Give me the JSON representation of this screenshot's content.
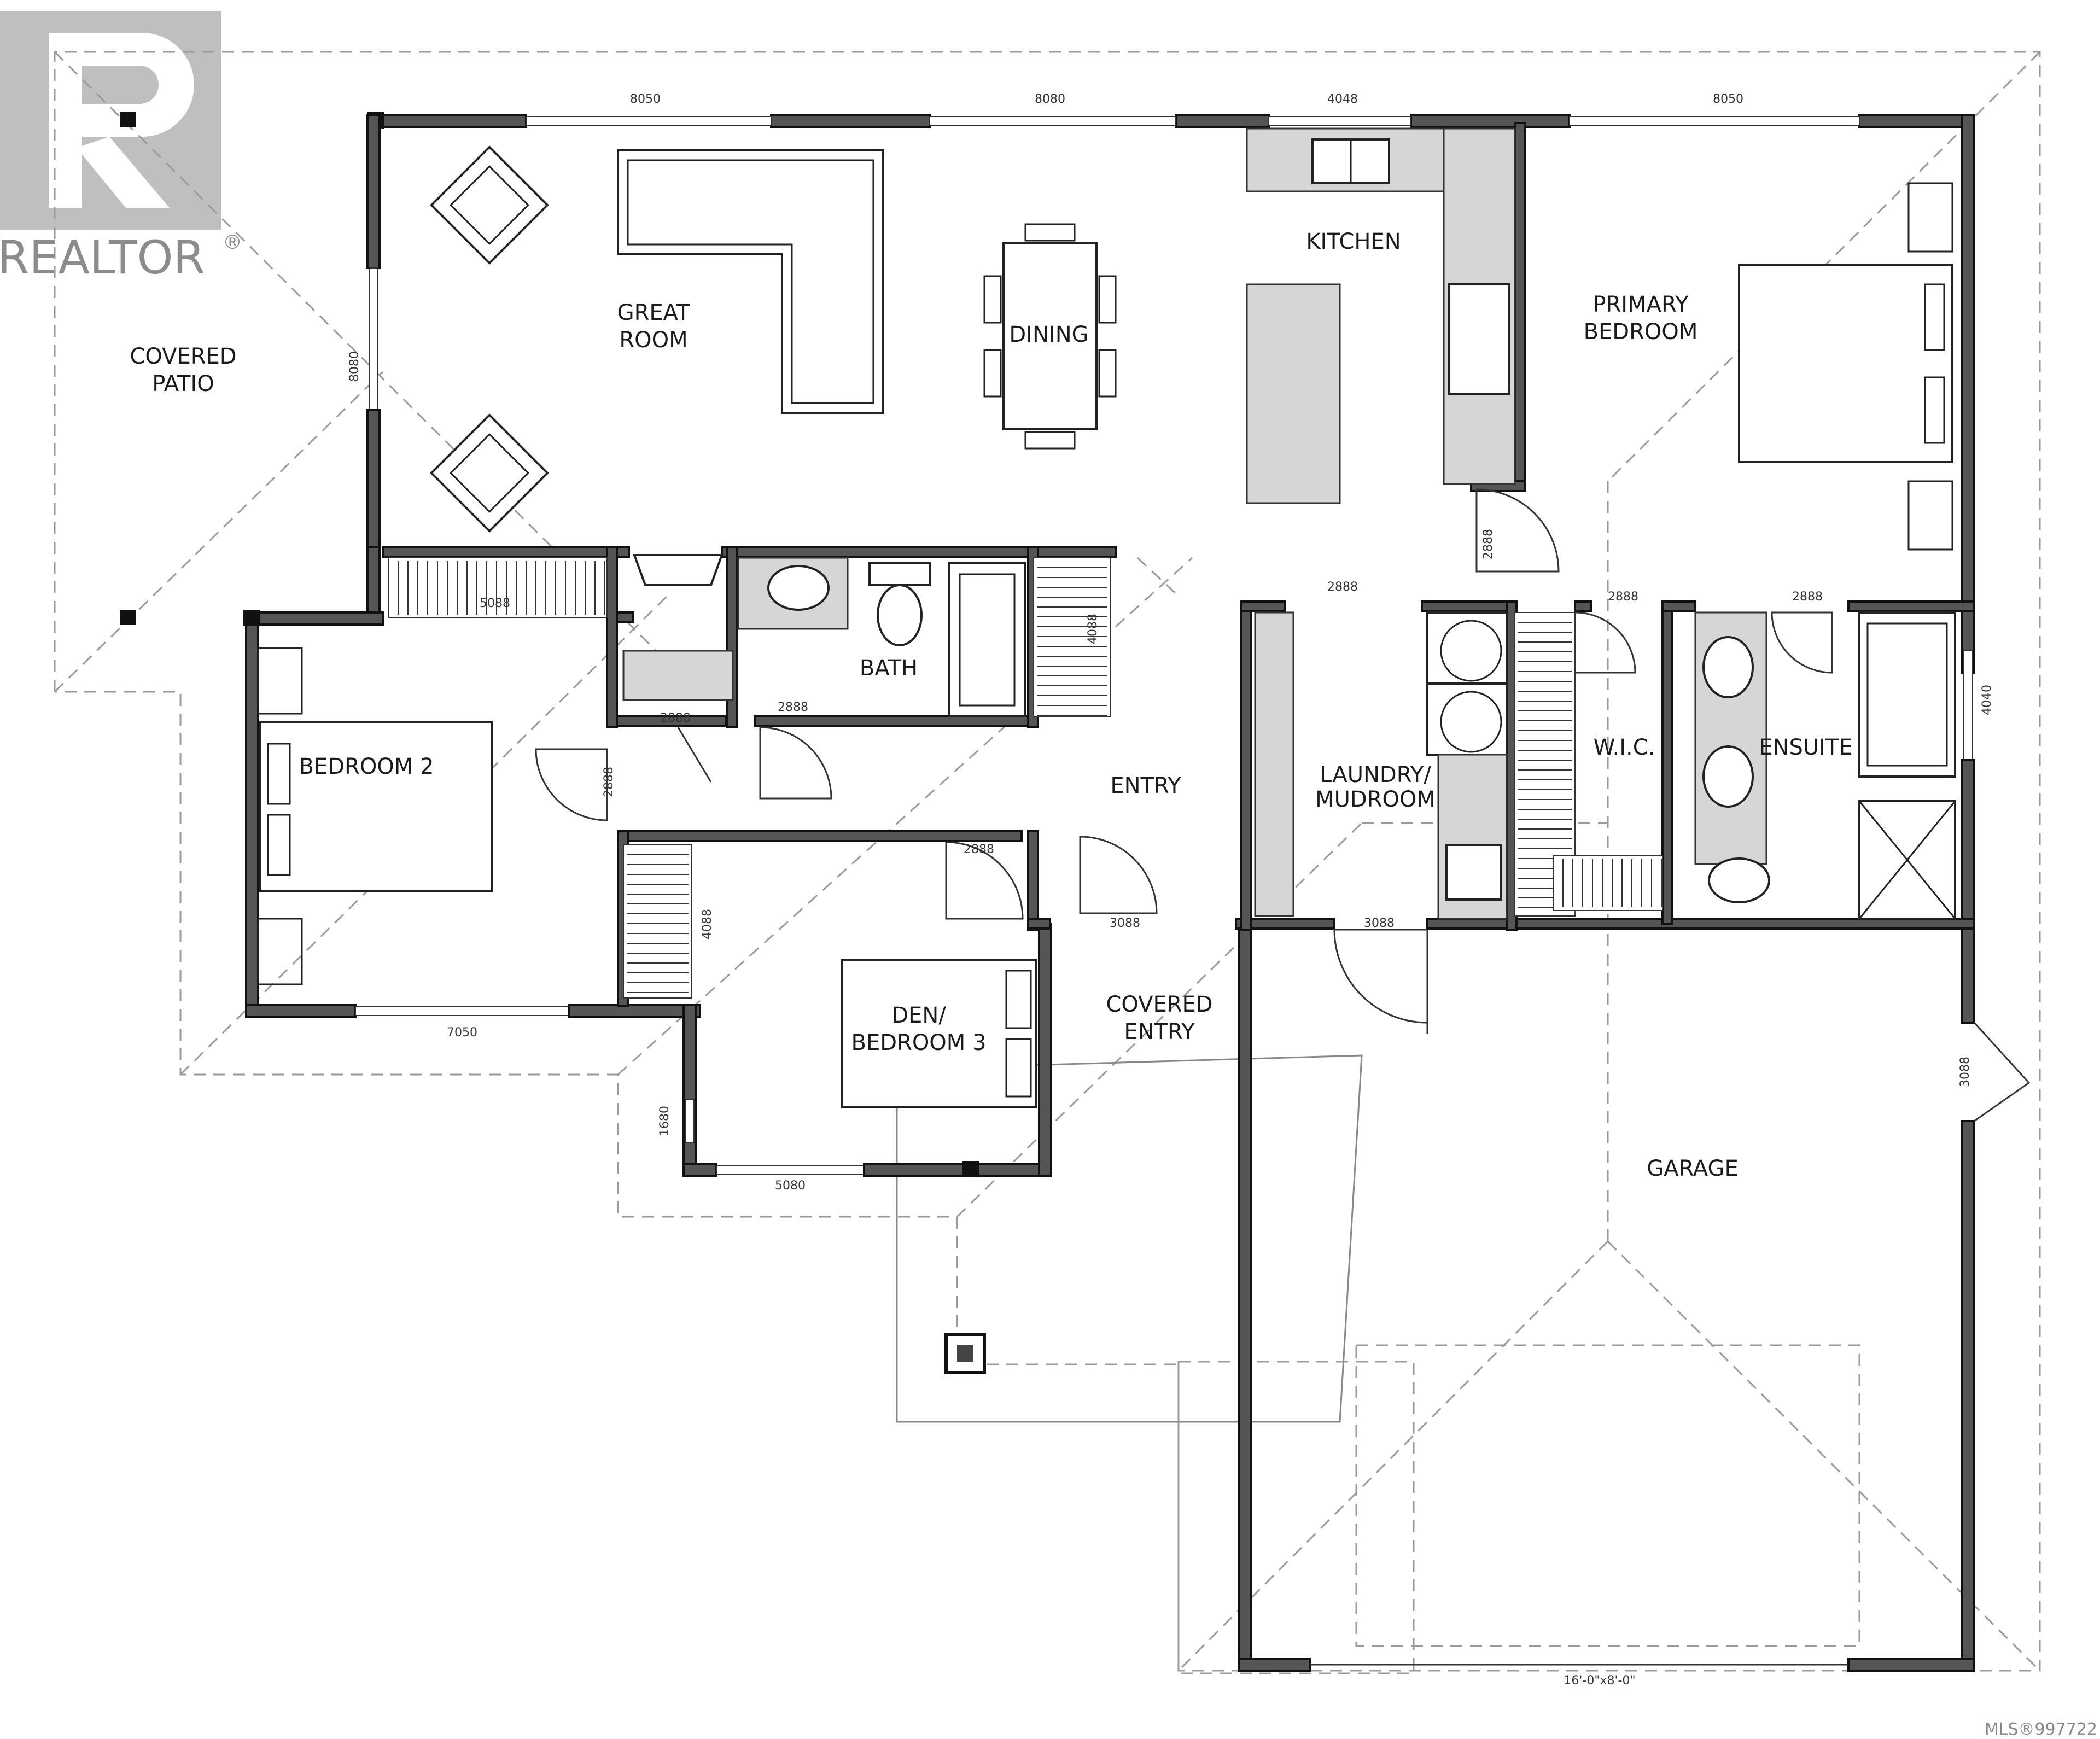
{
  "logo": {
    "text": "REALTOR",
    "mark": "®"
  },
  "watermark": "MLS®997722",
  "rooms": {
    "covered_patio_1": "COVERED",
    "covered_patio_2": "PATIO",
    "great_room_1": "GREAT",
    "great_room_2": "ROOM",
    "dining": "DINING",
    "kitchen": "KITCHEN",
    "primary_bedroom_1": "PRIMARY",
    "primary_bedroom_2": "BEDROOM",
    "bath": "BATH",
    "bedroom2": "BEDROOM 2",
    "entry": "ENTRY",
    "laundry_1": "LAUNDRY/",
    "laundry_2": "MUDROOM",
    "wic": "W.I.C.",
    "ensuite": "ENSUITE",
    "den_1": "DEN/",
    "den_2": "BEDROOM 3",
    "covered_entry_1": "COVERED",
    "covered_entry_2": "ENTRY",
    "garage": "GARAGE"
  },
  "dimensions": {
    "top_1": "8050",
    "top_2": "8080",
    "top_3": "4048",
    "top_4": "8050",
    "left_patio_door": "8080",
    "closet_b2": "5088",
    "bath_door": "2888",
    "closet_door_a": "2888",
    "b2_door": "2888",
    "bath_closet": "4088",
    "hall_1": "2888",
    "hall_2": "2888",
    "hall_3": "2888",
    "primary_door": "2888",
    "right_wall": "4040",
    "den_door": "2888",
    "den_closet": "4088",
    "front_door": "3088",
    "garage_door": "3088",
    "garage_side": "3088",
    "b2_window": "7050",
    "den_side": "1680",
    "den_window": "5080",
    "garage_size": "16'-0\"x8'-0\""
  }
}
